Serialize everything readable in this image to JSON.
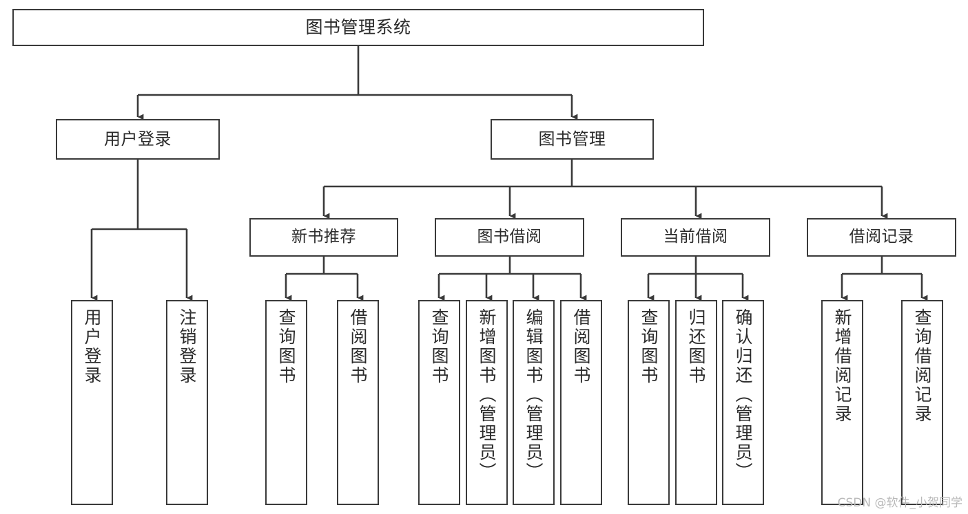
{
  "diagram": {
    "title": "图书管理系统",
    "type": "tree-hierarchy",
    "watermark": "CSDN @软件_小贺同学",
    "colors": {
      "box_border": "#3a3a3a",
      "box_fill": "#ffffff",
      "edge": "#3a3a3a",
      "text": "#2b2b2b",
      "watermark": "#b9b9b9",
      "background": "#ffffff"
    },
    "nodes": {
      "root": {
        "label": "图书管理系统"
      },
      "level2": [
        {
          "id": "user-login",
          "label": "用户登录"
        },
        {
          "id": "book-manage",
          "label": "图书管理"
        }
      ],
      "level3": [
        {
          "id": "new-book-rec",
          "label": "新书推荐"
        },
        {
          "id": "book-borrow",
          "label": "图书借阅"
        },
        {
          "id": "current-borrow",
          "label": "当前借阅"
        },
        {
          "id": "borrow-record",
          "label": "借阅记录"
        }
      ],
      "leaves": {
        "user-login": [
          {
            "id": "leaf-user-login",
            "label": "用户登录"
          },
          {
            "id": "leaf-user-logout",
            "label": "注销登录"
          }
        ],
        "new-book-rec": [
          {
            "id": "leaf-query-book-1",
            "label": "查询图书"
          },
          {
            "id": "leaf-borrow-book-1",
            "label": "借阅图书"
          }
        ],
        "book-borrow": [
          {
            "id": "leaf-query-book-2",
            "label": "查询图书"
          },
          {
            "id": "leaf-add-book",
            "label": "新增图书（管理员）"
          },
          {
            "id": "leaf-edit-book",
            "label": "编辑图书（管理员）"
          },
          {
            "id": "leaf-borrow-book-2",
            "label": "借阅图书"
          }
        ],
        "current-borrow": [
          {
            "id": "leaf-query-book-3",
            "label": "查询图书"
          },
          {
            "id": "leaf-return-book",
            "label": "归还图书"
          },
          {
            "id": "leaf-confirm-return",
            "label": "确认归还（管理员）"
          }
        ],
        "borrow-record": [
          {
            "id": "leaf-add-record",
            "label": "新增借阅记录"
          },
          {
            "id": "leaf-query-record",
            "label": "查询借阅记录"
          }
        ]
      }
    }
  }
}
